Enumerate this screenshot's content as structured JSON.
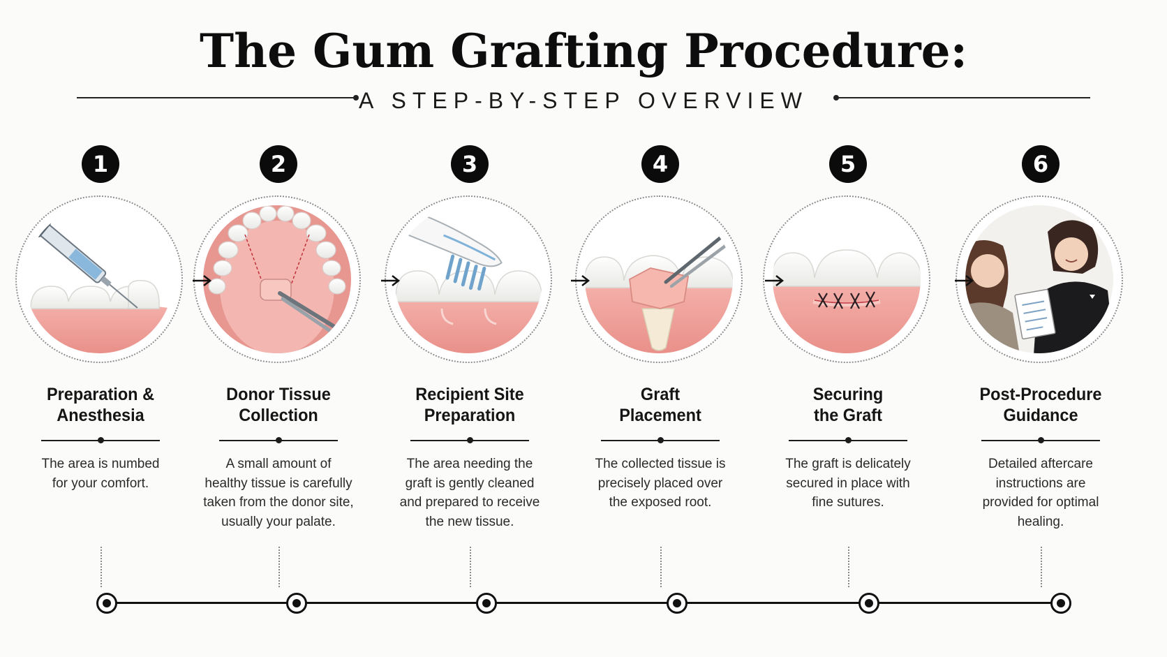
{
  "title": "The Gum Grafting Procedure:",
  "subtitle": "A STEP-BY-STEP OVERVIEW",
  "steps": [
    {
      "number": "1",
      "title_lines": [
        "Preparation &",
        "Anesthesia"
      ],
      "desc_lines": [
        "The area is numbed",
        "for your comfort."
      ],
      "icon": "syringe-injection-icon"
    },
    {
      "number": "2",
      "title_lines": [
        "Donor Tissue",
        "Collection"
      ],
      "desc_lines": [
        "A small amount of",
        "healthy tissue is carefully",
        "taken from the donor site,",
        "usually your palate."
      ],
      "icon": "palate-tissue-icon"
    },
    {
      "number": "3",
      "title_lines": [
        "Recipient Site",
        "Preparation"
      ],
      "desc_lines": [
        "The area needing the",
        "graft is gently cleaned",
        "and prepared to receive",
        "the new tissue."
      ],
      "icon": "toothbrush-cleaning-icon"
    },
    {
      "number": "4",
      "title_lines": [
        "Graft",
        "Placement"
      ],
      "desc_lines": [
        "The collected tissue is",
        "precisely placed over",
        "the exposed root."
      ],
      "icon": "graft-tweezers-icon"
    },
    {
      "number": "5",
      "title_lines": [
        "Securing",
        "the Graft"
      ],
      "desc_lines": [
        "The graft is delicately",
        "secured in place with",
        "fine sutures."
      ],
      "icon": "sutures-icon"
    },
    {
      "number": "6",
      "title_lines": [
        "Post-Procedure",
        "Guidance"
      ],
      "desc_lines": [
        "Detailed aftercare",
        "instructions are",
        "provided for optimal",
        "healing."
      ],
      "icon": "dentist-consultation-icon"
    }
  ],
  "colors": {
    "gum": "#f2a9a3",
    "tooth": "#ffffff",
    "ink": "#111111"
  }
}
